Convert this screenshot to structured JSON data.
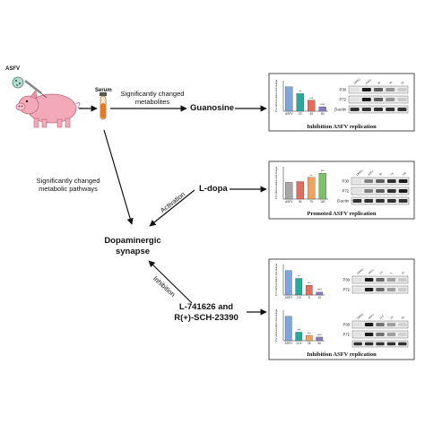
{
  "pig_label": "ASFV",
  "serum_label": "Serum",
  "changed_metabolites": [
    "Significantly changed",
    "metabolites"
  ],
  "guanosine": "Guanosine",
  "pathways_label": [
    "Significantly changed",
    "metabolic pathways"
  ],
  "ldopa": "L-dopa",
  "activation": "Activation",
  "synapse": [
    "Dopaminergic",
    "synapse"
  ],
  "inhibition": "Inhibition",
  "inhibitors": [
    "L-741626 and",
    "R(+)-SCH-23390"
  ],
  "panels": [
    {
      "caption": "Inhibition ASFV replication",
      "ylabel": "P72 mRNA relative fold change",
      "categories": [
        "ASFV",
        "20",
        "40",
        "80"
      ],
      "values": [
        1.0,
        0.72,
        0.45,
        0.18
      ],
      "stars": [
        "",
        "**",
        "***",
        "****"
      ],
      "blot_rows": [
        "P30",
        "P72",
        "β-actin"
      ],
      "blot_cols": [
        "DMSO",
        "ASFV",
        "20",
        "40",
        "80"
      ]
    },
    {
      "caption": "Promoted ASFV replication",
      "ylabel": "P72 mRNA relative fold change",
      "categories": [
        "ASFV",
        "50",
        "75",
        "100"
      ],
      "values": [
        1.0,
        1.05,
        1.3,
        1.55
      ],
      "stars": [
        "",
        "",
        "**",
        "***"
      ],
      "blot_rows": [
        "P30",
        "P72",
        "β-actin"
      ],
      "blot_cols": [
        "DMSO",
        "ASFV",
        "50",
        "75",
        "100"
      ]
    },
    {
      "caption": "Inhibition ASFV replication",
      "charts": [
        {
          "ylabel": "P72 mRNA relative fold change",
          "categories": [
            "ASFV",
            "2.5",
            "5",
            "10"
          ],
          "values": [
            1.0,
            0.68,
            0.4,
            0.12
          ],
          "stars": [
            "",
            "**",
            "***",
            "****"
          ],
          "blot_rows": [
            "P30",
            "P72"
          ],
          "blot_cols": [
            "DMSO",
            "ASFV",
            "2.5",
            "5",
            "10"
          ]
        },
        {
          "ylabel": "P72 mRNA relative fold change",
          "categories": [
            "ASFV",
            "12.5",
            "25",
            "50"
          ],
          "values": [
            1.0,
            0.35,
            0.22,
            0.15
          ],
          "stars": [
            "",
            "***",
            "***",
            "****"
          ],
          "blot_rows": [
            "P30",
            "P72"
          ],
          "blot_cols": [
            "DMSO",
            "ASFV",
            "12.5",
            "25",
            "50"
          ]
        }
      ]
    }
  ],
  "colors": {
    "bar_blue": "#7ea6d8",
    "bar_teal": "#2aa89b",
    "bar_red": "#e46c5f",
    "bar_purple": "#8a7cc0",
    "bar_orange": "#f0a35e",
    "bar_green": "#7fbf6b",
    "bar_grey": "#a8a8a8",
    "pig": "#f3a9b8",
    "tube": "#e87a1e"
  }
}
